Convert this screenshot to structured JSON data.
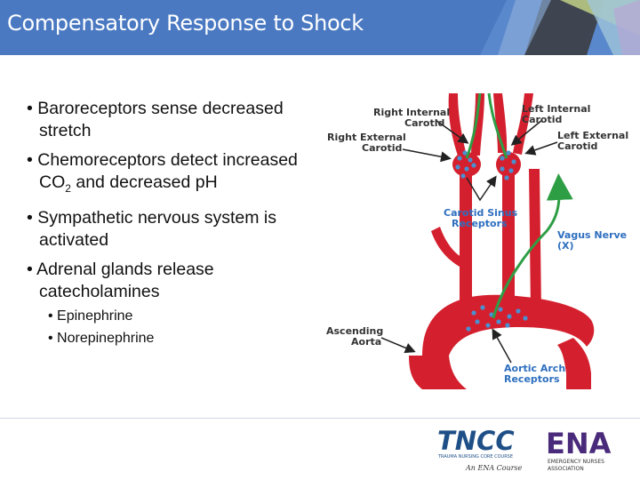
{
  "slide": {
    "title": "Compensatory Response to Shock"
  },
  "bullets": [
    {
      "text": "Baroreceptors sense decreased stretch"
    },
    {
      "text_before": "Chemoreceptors detect increased CO",
      "subscript": "2",
      "text_after": " and decreased pH"
    },
    {
      "text": "Sympathetic nervous system is activated"
    },
    {
      "text": "Adrenal glands release catecholamines"
    }
  ],
  "sub_bullets": [
    {
      "text": "Epinephrine"
    },
    {
      "text": "Norepinephrine"
    }
  ],
  "diagram": {
    "labels": {
      "right_internal_1": "Right Internal",
      "right_internal_2": "Carotid",
      "left_internal_1": "Left Internal",
      "left_internal_2": "Carotid",
      "right_external_1": "Right External",
      "right_external_2": "Carotid",
      "left_external_1": "Left External",
      "left_external_2": "Carotid",
      "carotid_sinus_1": "Carotid Sinus",
      "carotid_sinus_2": "Receptors",
      "vagus_1": "Vagus Nerve",
      "vagus_2": "(X)",
      "ascending_1": "Ascending",
      "ascending_2": "Aorta",
      "aortic_arch_1": "Aortic Arch",
      "aortic_arch_2": "Receptors"
    },
    "colors": {
      "artery": "#d4202e",
      "nerve": "#2e9e44",
      "receptor": "#4a8fd0",
      "label_blue": "#2e6fbf"
    }
  },
  "footer": {
    "tncc_logo": "TNCC",
    "tncc_tagline": "TRAUMA NURSING CORE COURSE",
    "tncc_sub": "An ENA Course",
    "ena_logo": "ENA",
    "ena_line1": "EMERGENCY NURSES",
    "ena_line2": "ASSOCIATION"
  }
}
